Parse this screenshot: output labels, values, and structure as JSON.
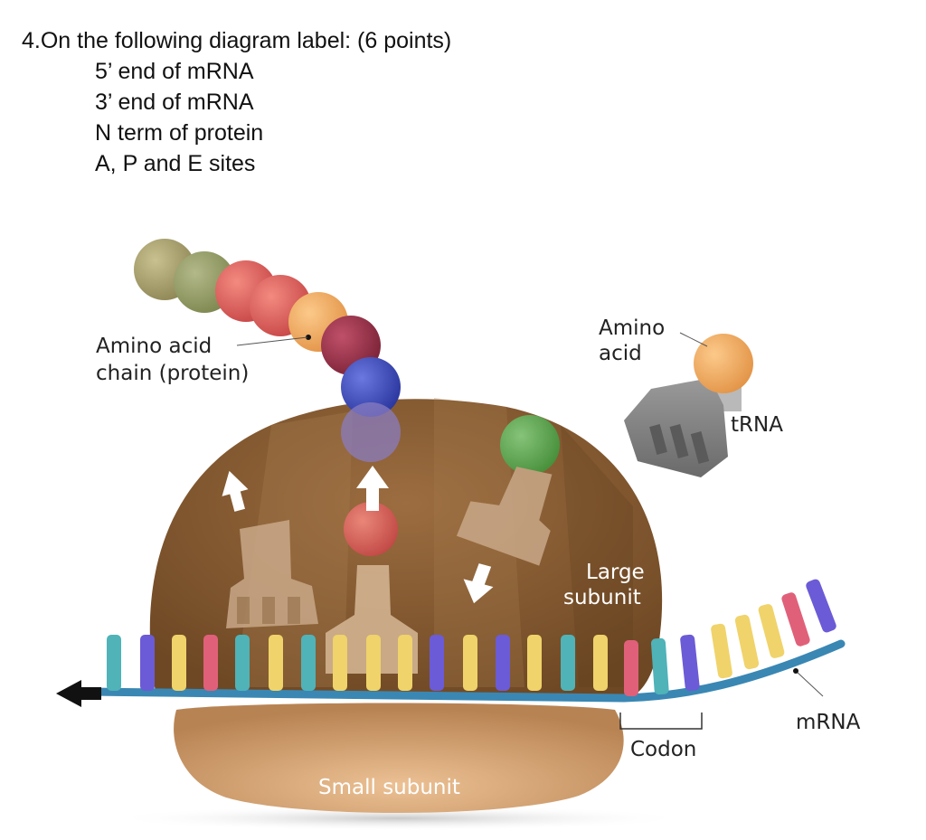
{
  "question": {
    "prompt": "4.On the following diagram label: (6 points)",
    "items": [
      "5’ end of mRNA",
      "3’ end of mRNA",
      "N term of protein",
      "A, P and E sites"
    ]
  },
  "diagram": {
    "labels": {
      "amino_acid_chain": [
        "Amino acid",
        "chain (protein)"
      ],
      "amino_acid": [
        "Amino",
        "acid"
      ],
      "trna": "tRNA",
      "large_subunit": [
        "Large",
        "subunit"
      ],
      "small_subunit": "Small subunit",
      "codon": "Codon",
      "mrna": "mRNA"
    },
    "colors": {
      "large_subunit": "#8a5e36",
      "small_subunit": "#dca878",
      "mrna_backbone": "#3a87b3",
      "base_teal": "#4fb3b8",
      "base_purple": "#6b5bd6",
      "base_yellow": "#f0d36a",
      "base_pink": "#e0607a",
      "bead_olive": "#a8a06a",
      "bead_red": "#e06060",
      "bead_orange": "#f2a85a",
      "bead_maroon": "#a03850",
      "bead_blue": "#4050c0",
      "bead_green": "#5cb85c"
    }
  }
}
